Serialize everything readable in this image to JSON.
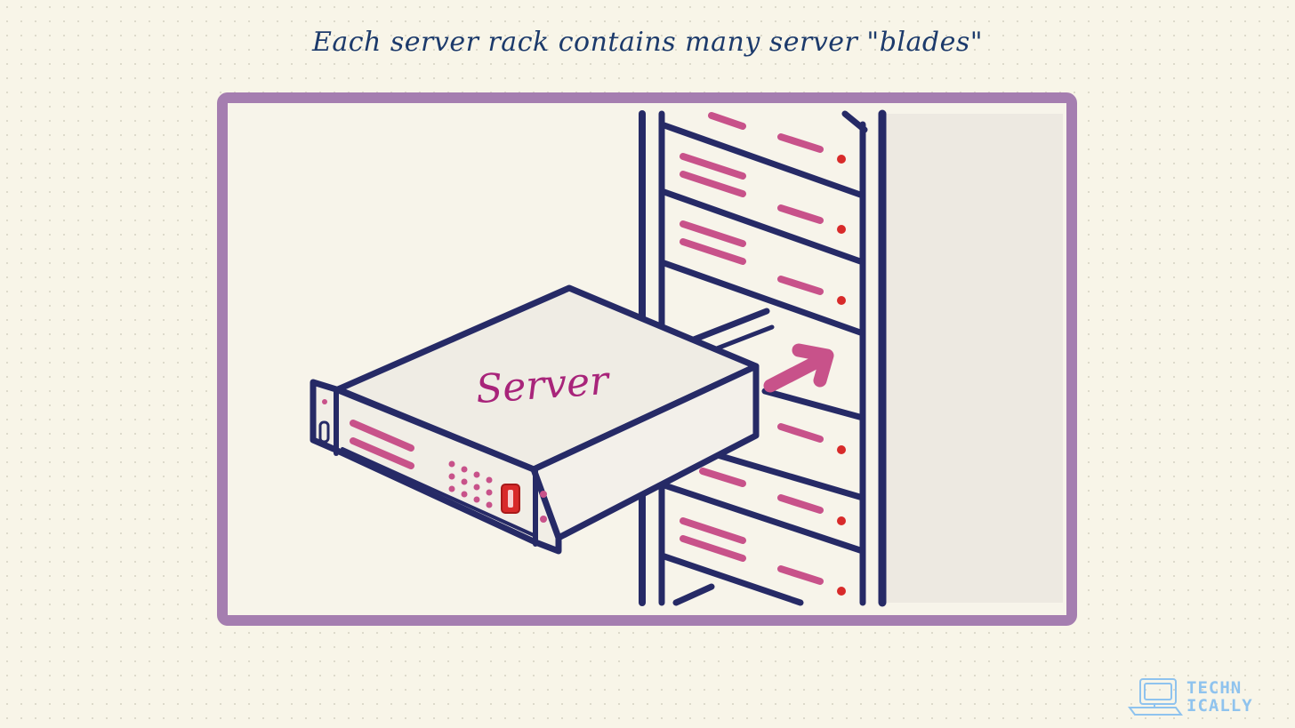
{
  "title": "Each server rack contains many server \"blades\"",
  "diagram": {
    "server_label": "Server"
  },
  "logo": {
    "line1": "TECHN",
    "line2": "ICALLY"
  },
  "colors": {
    "background": "#f8f5e8",
    "frame_border": "#a57eb0",
    "outline": "#262a66",
    "accent_pink": "#c8528a",
    "led_red": "#d82a2a",
    "server_label": "#a8247a",
    "title_text": "#1c3a6b",
    "logo": "#8fc3ee"
  }
}
